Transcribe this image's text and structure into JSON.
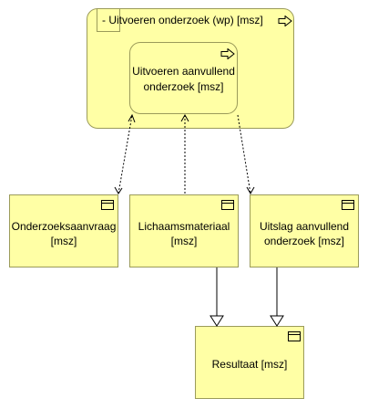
{
  "diagram": {
    "process_group": {
      "label": "- Uitvoeren onderzoek (wp) [msz]"
    },
    "process_inner": {
      "line1": "Uitvoeren aanvullend",
      "line2": "onderzoek [msz]"
    },
    "objects": [
      {
        "line1": "Onderzoeksaanvraag",
        "line2": "[msz]"
      },
      {
        "line1": "Lichaamsmateriaal",
        "line2": "[msz]"
      },
      {
        "line1": "Uitslag aanvullend",
        "line2": "onderzoek [msz]"
      }
    ],
    "result": {
      "label": "Resultaat [msz]"
    }
  },
  "colors": {
    "fill": "#ffffa5",
    "stroke": "#9b9b5a",
    "line": "#000000"
  },
  "icons": [
    "process-arrow-icon",
    "business-object-icon"
  ]
}
